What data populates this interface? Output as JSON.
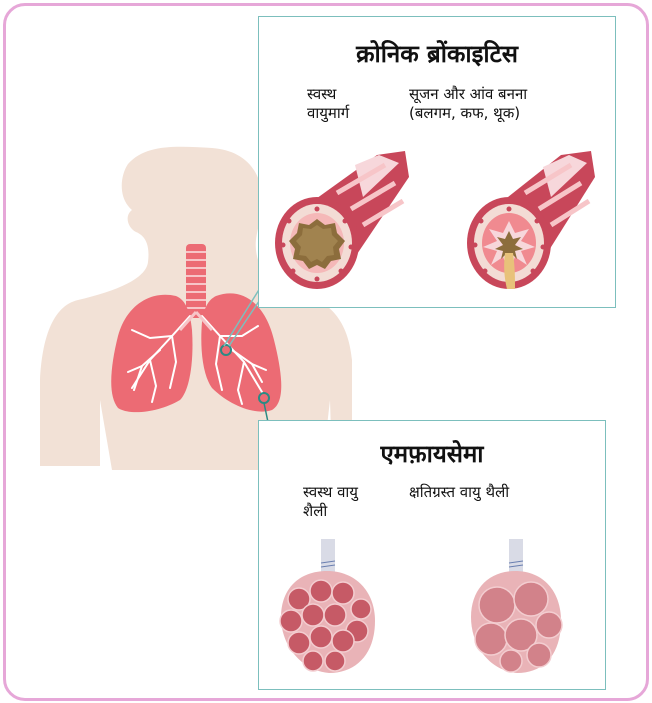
{
  "bronchitis": {
    "title": "क्रोनिक ब्रोंकाइटिस",
    "healthy_label_line1": "स्वस्थ",
    "healthy_label_line2": "वायुमार्ग",
    "inflamed_label_line1": "सूजन और आंव बनना",
    "inflamed_label_line2": "(बलगम, कफ, थूक)"
  },
  "emphysema": {
    "title": "एमफ़ायसेमा",
    "healthy_label_line1": "स्वस्थ वायु",
    "healthy_label_line2": "शैली",
    "damaged_label": "क्षतिग्रस्त वायु थैली"
  },
  "colors": {
    "frame_border": "#e6a7d8",
    "panel_border": "#7cbfbd",
    "body_silhouette": "#f2e1d6",
    "lung": "#ec6b74",
    "airway": "#c8475a"
  }
}
